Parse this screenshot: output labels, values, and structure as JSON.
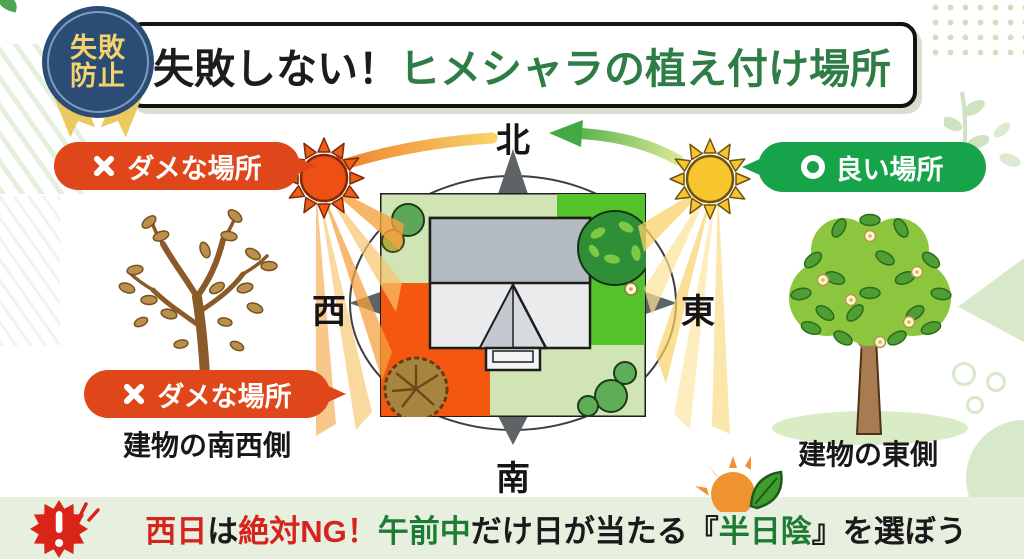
{
  "badge": {
    "line1": "失敗",
    "line2": "防止"
  },
  "title": {
    "prefix": "失敗しない！",
    "highlight": "ヒメシャラの植え付け場所"
  },
  "compass": {
    "north": "北",
    "south": "南",
    "west": "西",
    "east": "東"
  },
  "callouts": {
    "bad_west": {
      "mark": "✕",
      "label": "ダメな場所"
    },
    "bad_southwest": {
      "mark": "✕",
      "label": "ダメな場所"
    },
    "good_east": {
      "mark": "〇",
      "label": "良い場所"
    }
  },
  "captions": {
    "southwest": "建物の南西側",
    "east": "建物の東側"
  },
  "footer": {
    "segments": [
      {
        "text": "西日",
        "color": "#d7231d"
      },
      {
        "text": "は",
        "color": "#1a1a1a"
      },
      {
        "text": "絶対NG！",
        "color": "#d7231d"
      },
      {
        "text": "午前中",
        "color": "#1e7b36"
      },
      {
        "text": "だけ日が当たる『",
        "color": "#1a1a1a"
      },
      {
        "text": "半日陰",
        "color": "#1e7b36"
      },
      {
        "text": "』を選ぼう",
        "color": "#1a1a1a"
      }
    ]
  },
  "colors": {
    "title_highlight": "#2f7d46",
    "badge_navy": "#2b4d75",
    "badge_text": "#f2d36e",
    "bad_bubble_red": "#df4619",
    "good_bubble_green": "#16a34a",
    "plot_base_green": "#d0e4b4",
    "plot_good_green": "#55c22c",
    "plot_bad_orange": "#f4570f",
    "west_sun_orange": "#ee4f13",
    "east_sun_yellow": "#f7c52e",
    "footer_bg": "#e7f0de"
  }
}
